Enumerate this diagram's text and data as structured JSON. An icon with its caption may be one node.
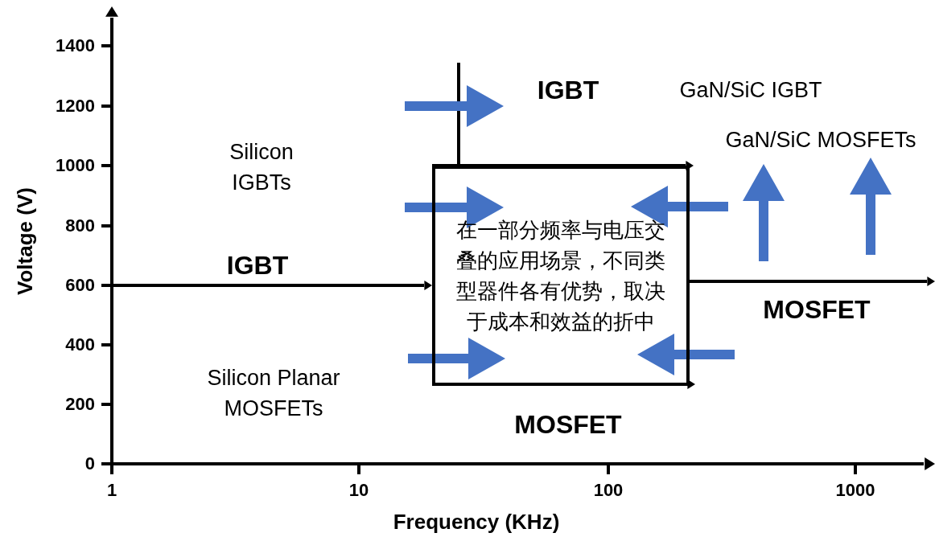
{
  "diagram": {
    "nodes": [
      {
        "text": [
          "在一部分频率与电压交叠的应用场景，不同类型器件各有优势，取决于成本和效益的折中"
        ]
      }
    ],
    "labels": [
      "1400",
      "IGBT",
      "GaN/SiC IGBT",
      "1200",
      "GaN/SiC MOSFETs",
      "Silicon IGBTs",
      "1000",
      "800",
      "Voltage (V)",
      "IGBT",
      "600",
      "MOSFET",
      "400",
      "Silicon Planar MOSFETs",
      "200",
      "MOSFET",
      "0",
      "1",
      "10",
      "100",
      "1000",
      "Frequency (KHz)"
    ]
  }
}
